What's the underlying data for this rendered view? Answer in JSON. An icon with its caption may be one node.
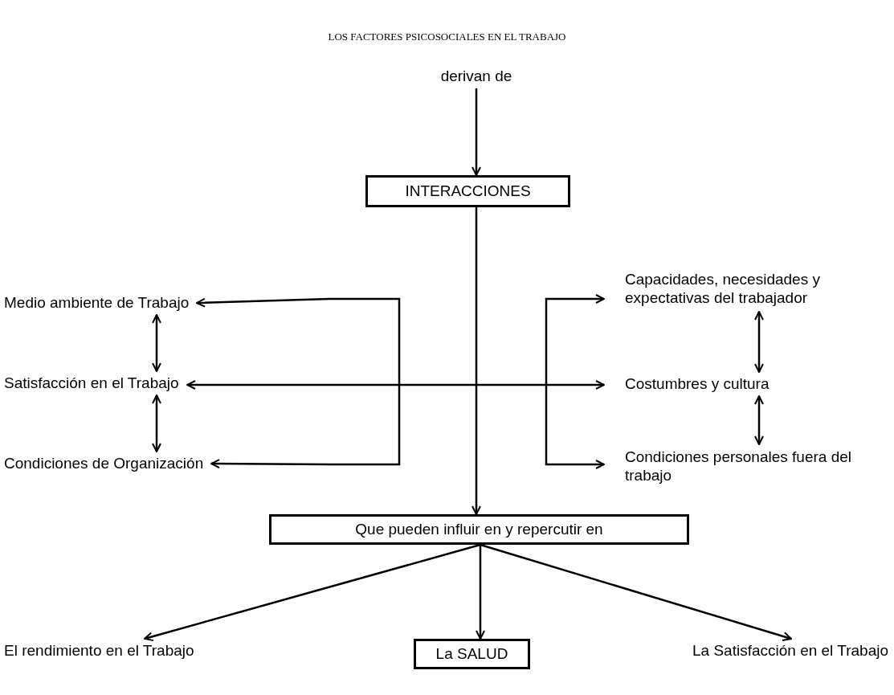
{
  "diagram": {
    "title": "LOS FACTORES PSICOSOCIALES EN EL TRABAJO",
    "nodes": [
      {
        "text": [
          "derivan de"
        ]
      },
      {
        "text": [
          "INTERACCIONES"
        ]
      },
      {
        "text": [
          "Medio ambiente de Trabajo"
        ]
      },
      {
        "text": [
          "Satisfacción en el Trabajo"
        ]
      },
      {
        "text": [
          "Condiciones de Organización"
        ]
      },
      {
        "text": [
          "Capacidades, necesidades y expectativas del trabajador"
        ]
      },
      {
        "text": [
          "Costumbres y cultura"
        ]
      },
      {
        "text": [
          "Condiciones personales fuera del trabajo"
        ]
      },
      {
        "text": [
          "Que pueden influir en y repercutir en"
        ]
      },
      {
        "text": [
          "El rendimiento en el Trabajo"
        ]
      },
      {
        "text": [
          "La SALUD"
        ]
      },
      {
        "text": [
          "La Satisfacción en el Trabajo"
        ]
      }
    ],
    "edges": [
      {
        "from": 0,
        "to": 1,
        "arrow": "to"
      },
      {
        "from": 1,
        "to": 8,
        "arrow": "to"
      },
      {
        "from": 2,
        "to": 3,
        "arrow": "both"
      },
      {
        "from": 3,
        "to": 4,
        "arrow": "both"
      },
      {
        "from": 3,
        "to": 6,
        "arrow": "both"
      },
      {
        "from": null,
        "to": 2,
        "arrow": "to"
      },
      {
        "from": null,
        "to": 4,
        "arrow": "to"
      },
      {
        "from": null,
        "to": 5,
        "arrow": "to"
      },
      {
        "from": null,
        "to": 7,
        "arrow": "to"
      },
      {
        "from": 5,
        "to": 6,
        "arrow": "both"
      },
      {
        "from": 6,
        "to": 7,
        "arrow": "both"
      },
      {
        "from": 8,
        "to": 9,
        "arrow": "to"
      },
      {
        "from": 8,
        "to": 10,
        "arrow": "to"
      },
      {
        "from": 8,
        "to": 11,
        "arrow": "to"
      }
    ]
  }
}
